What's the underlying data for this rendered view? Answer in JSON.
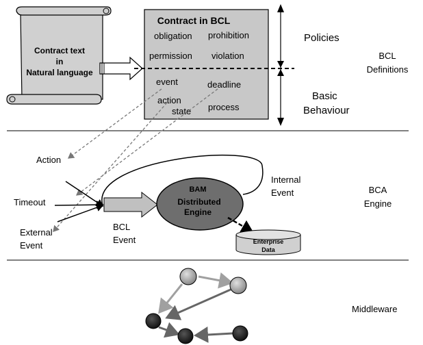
{
  "scroll": {
    "line1": "Contract text",
    "line2": "in",
    "line3": "Natural language"
  },
  "contract": {
    "title": "Contract in BCL",
    "terms": [
      "obligation",
      "prohibition",
      "permission",
      "violation",
      "event",
      "deadline",
      "action",
      "state",
      "process"
    ]
  },
  "layers": {
    "policies": "Policies",
    "basic_behaviour": [
      "Basic",
      "Behaviour"
    ],
    "bcl_definitions": [
      "BCL",
      "Definitions"
    ],
    "bca_engine": [
      "BCA",
      "Engine"
    ],
    "middleware": "Middleware"
  },
  "engine": {
    "action": "Action",
    "timeout": "Timeout",
    "external_event": [
      "External",
      "Event"
    ],
    "bcl_event": [
      "BCL",
      "Event"
    ],
    "bam": [
      "BAM",
      "Distributed",
      "Engine"
    ],
    "internal_event": [
      "Internal",
      "Event"
    ],
    "enterprise_data": [
      "Enterprise",
      "Data"
    ]
  },
  "colors": {
    "box_fill": "#c8c8c8",
    "scroll_fill": "#d0d0d0",
    "bam_fill": "#6e6e6e",
    "arrow_fill": "#c0c0c0",
    "dashed_arrow": "#777777",
    "node_light": "#a8a8a8",
    "node_dark": "#2b2b2b"
  }
}
